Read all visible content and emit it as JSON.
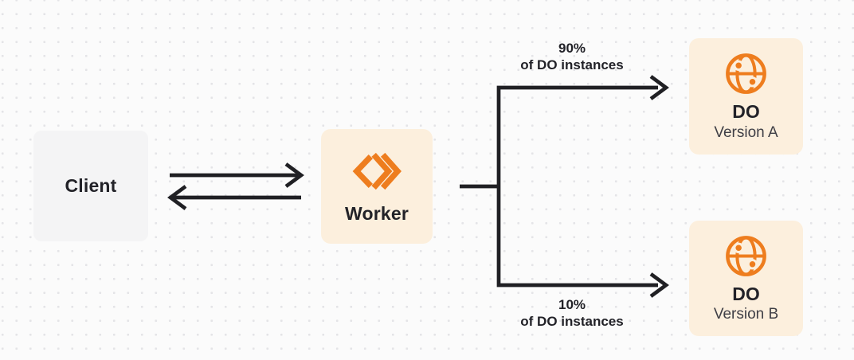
{
  "colors": {
    "page_bg": "#FBFBFB",
    "dot": "#E4E4E7",
    "arrow": "#202024",
    "cream_box": "#FCEFDD",
    "gray_box": "#F4F4F5",
    "orange": "#EE7D1E",
    "title_text": "#222228",
    "subtitle_text": "#3F3F46"
  },
  "nodes": {
    "client": {
      "label": "Client"
    },
    "worker": {
      "label": "Worker",
      "icon": "cloudflare-workers-icon"
    },
    "do_version_a": {
      "title": "DO",
      "subtitle": "Version A",
      "icon": "globe-icon"
    },
    "do_version_b": {
      "title": "DO",
      "subtitle": "Version B",
      "icon": "globe-icon"
    }
  },
  "edge_labels": {
    "top": {
      "percent": "90%",
      "caption": "of DO instances"
    },
    "bottom": {
      "percent": "10%",
      "caption": "of DO instances"
    }
  }
}
